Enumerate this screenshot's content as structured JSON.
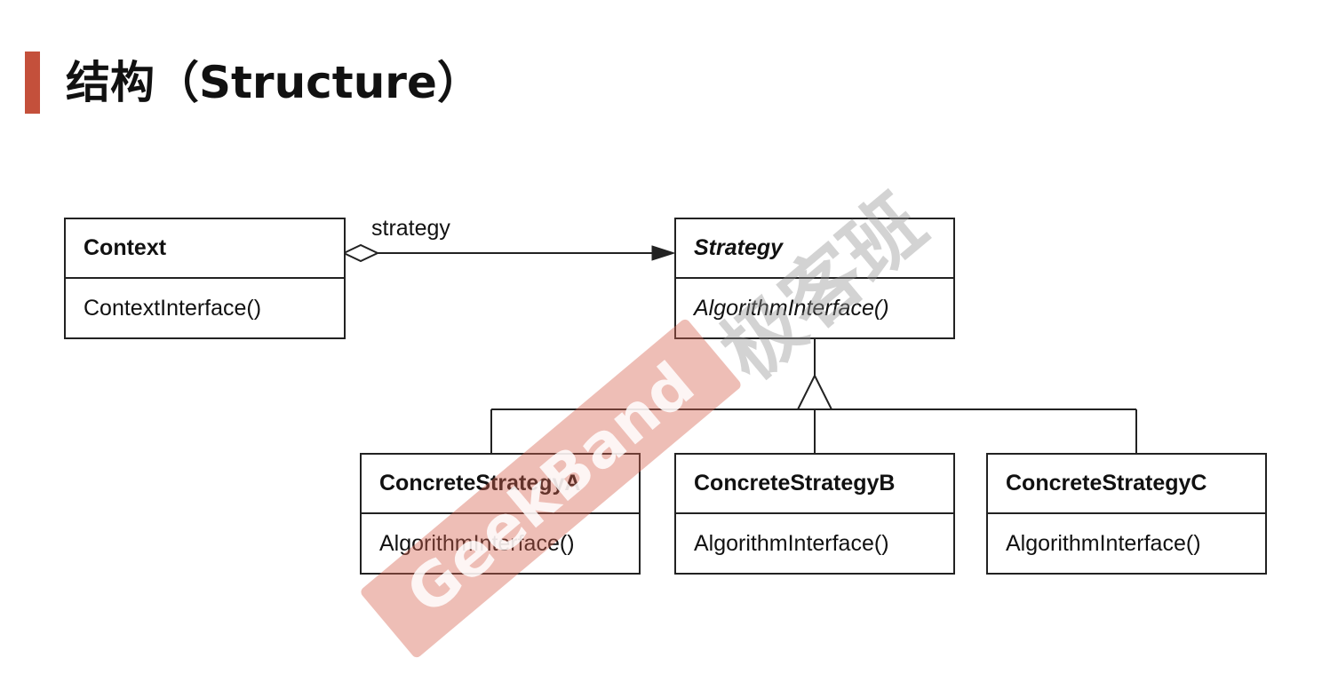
{
  "title": "结构（Structure）",
  "association_label": "strategy",
  "classes": {
    "context": {
      "name": "Context",
      "method": "ContextInterface()"
    },
    "strategy": {
      "name": "Strategy",
      "method": "AlgorithmInterface()"
    },
    "concrete_a": {
      "name": "ConcreteStrategyA",
      "method": "AlgorithmInterface()"
    },
    "concrete_b": {
      "name": "ConcreteStrategyB",
      "method": "AlgorithmInterface()"
    },
    "concrete_c": {
      "name": "ConcreteStrategyC",
      "method": "AlgorithmInterface()"
    }
  },
  "watermark": {
    "band_text": "GeekBand",
    "logo_text": "极客班"
  },
  "colors": {
    "accent": "#c4503b",
    "line": "#222222",
    "text": "#111111"
  }
}
